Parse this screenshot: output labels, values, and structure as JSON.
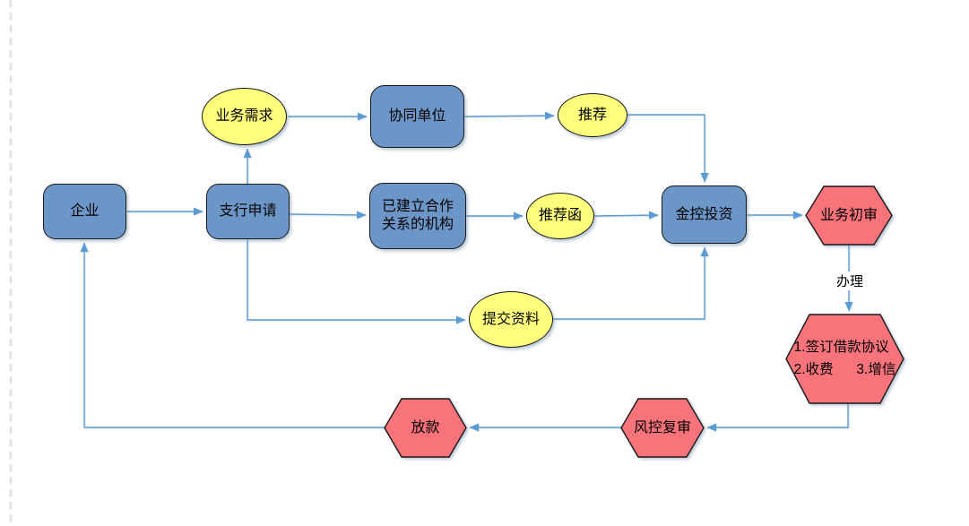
{
  "diagram": {
    "type": "flowchart",
    "language": "zh-CN",
    "nodes": {
      "enterprise": {
        "label": "企业",
        "shape": "rounded-rect"
      },
      "branch_application": {
        "label": "支行申请",
        "shape": "rounded-rect"
      },
      "business_demand": {
        "label": "业务需求",
        "shape": "ellipse"
      },
      "collaborating_unit": {
        "label": "协同单位",
        "shape": "rounded-rect"
      },
      "partner_institution": {
        "label_line1": "已建立合作",
        "label_line2": "关系的机构",
        "shape": "rounded-rect"
      },
      "recommend": {
        "label": "推荐",
        "shape": "ellipse"
      },
      "recommendation_letter": {
        "label": "推荐函",
        "shape": "ellipse"
      },
      "jinkong_investment": {
        "label": "金控投资",
        "shape": "rounded-rect"
      },
      "business_initial_review": {
        "label": "业务初审",
        "shape": "hexagon"
      },
      "sign_agreement": {
        "line1": "1.签订借款协议",
        "line2": "2.收费      3.增信",
        "shape": "hexagon"
      },
      "risk_control_review": {
        "label": "风控复审",
        "shape": "hexagon"
      },
      "loan_disbursement": {
        "label": "放款",
        "shape": "hexagon"
      },
      "submit_materials": {
        "label": "提交资料",
        "shape": "ellipse"
      }
    },
    "edge_labels": {
      "handle": "办理"
    },
    "colors": {
      "process_fill": "#6D96C8",
      "event_fill": "#FFFF7D",
      "action_fill": "#F9747A",
      "connector": "#5B9BD5",
      "shape_border": "#1A1A1A",
      "guide_line": "#DCDCDC",
      "text": "#000000"
    }
  }
}
